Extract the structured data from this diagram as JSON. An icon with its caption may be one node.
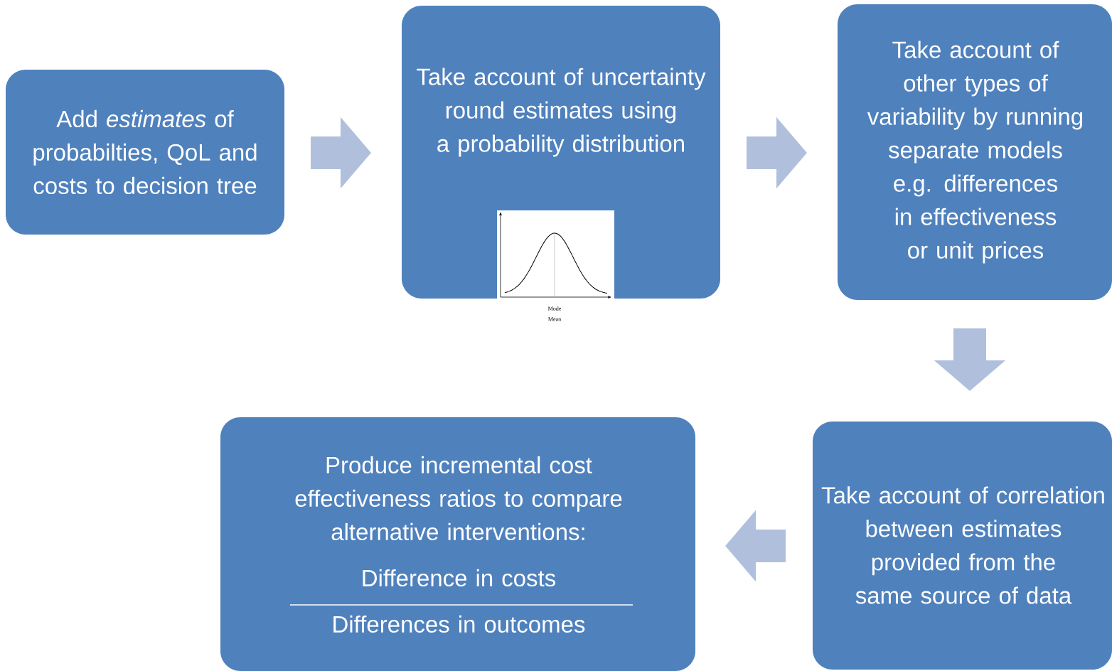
{
  "diagram": {
    "nodes": [
      {
        "text": [
          "Add *estimates* of probabilties, QoL and costs to decision tree"
        ]
      },
      {
        "text": [
          "Take account of uncertainty round estimates using a probability distribution"
        ]
      },
      {
        "text": [
          "Take account of other types of variability by running separate models e.g. differences in effectiveness or unit prices"
        ]
      },
      {
        "text": [
          "Take account of correlation  between estimates provided from the same source of data"
        ]
      },
      {
        "text": [
          "Produce incremental cost effectiveness ratios to compare alternative interventions:",
          "Difference in costs",
          "Differences in outcomes"
        ]
      }
    ],
    "edges": [
      {
        "from": 0,
        "to": 1,
        "arrow": "to"
      },
      {
        "from": 1,
        "to": 2,
        "arrow": "to"
      },
      {
        "from": 2,
        "to": 3,
        "arrow": "to"
      },
      {
        "from": 3,
        "to": 4,
        "arrow": "to"
      }
    ],
    "labels": [
      "Mode",
      "Mean"
    ]
  }
}
